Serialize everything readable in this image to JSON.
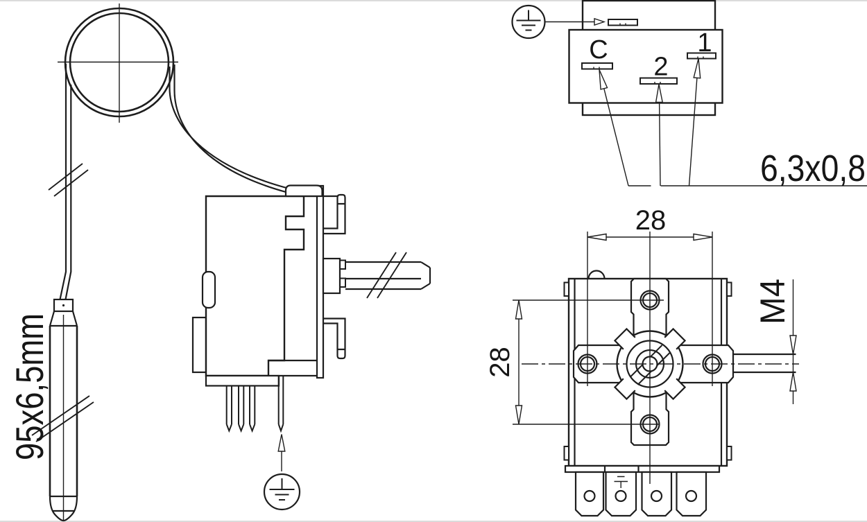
{
  "drawing": {
    "background": "#ffffff",
    "line_color": "#1d1d1d",
    "labels": {
      "probe_size": "95x6,5mm",
      "terminal_common": "C",
      "terminal_two": "2",
      "terminal_one": "1",
      "tab_size": "6,3x0,8",
      "dim_horizontal": "28",
      "dim_vertical": "28",
      "thread": "M4"
    }
  }
}
